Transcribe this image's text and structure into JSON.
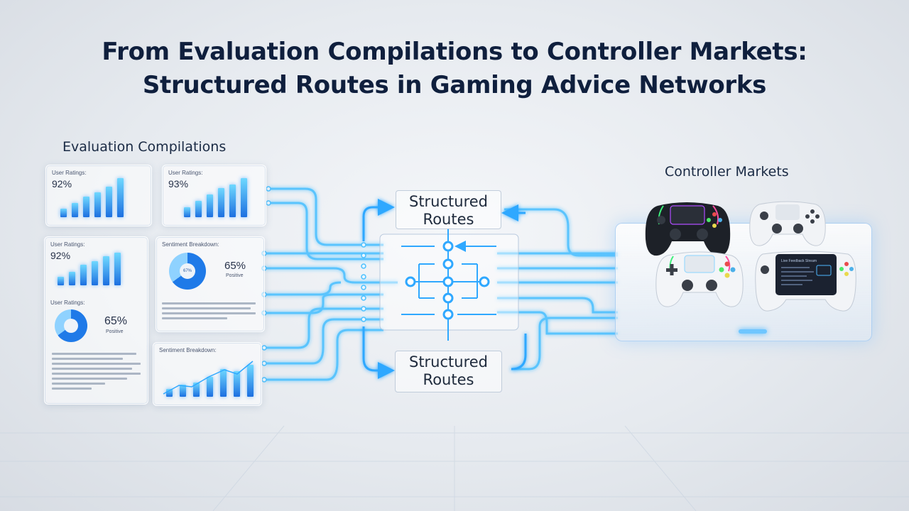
{
  "title": {
    "line1": "From Evaluation Compilations to Controller Markets:",
    "line2": "Structured Routes in Gaming Advice Networks"
  },
  "sections": {
    "left": "Evaluation Compilations",
    "right": "Controller Markets"
  },
  "cards": [
    {
      "label": "User Ratings:",
      "value": "92%",
      "kind": "bar",
      "bars": [
        0.2,
        0.35,
        0.5,
        0.6,
        0.75,
        0.95
      ]
    },
    {
      "label": "User Ratings:",
      "value": "93%",
      "kind": "bar",
      "bars": [
        0.25,
        0.4,
        0.55,
        0.7,
        0.8,
        0.95
      ]
    },
    {
      "label": "User Ratings:",
      "value": "92%",
      "kind": "bar",
      "bars": [
        0.25,
        0.4,
        0.6,
        0.7,
        0.85,
        0.95
      ]
    },
    {
      "label": "Sentiment Breakdown:",
      "value": "65%",
      "sub": "Positive",
      "center": "67%",
      "kind": "donut",
      "fraction": 0.65
    },
    {
      "label": "User Ratings:",
      "value": "65%",
      "sub": "Positive",
      "kind": "donut",
      "fraction": 0.65
    },
    {
      "label": "Sentiment Breakdown:",
      "kind": "bar",
      "bars": [
        0.2,
        0.3,
        0.35,
        0.5,
        0.7,
        0.65,
        0.8
      ]
    }
  ],
  "routes": {
    "top": "Structured Routes",
    "bottom": "Structured Routes"
  },
  "console_screen": "Live Feedback Stream",
  "colors": {
    "accent": "#2fa8ff",
    "flow": "#5cc8ff",
    "title": "#0f1f3d"
  }
}
